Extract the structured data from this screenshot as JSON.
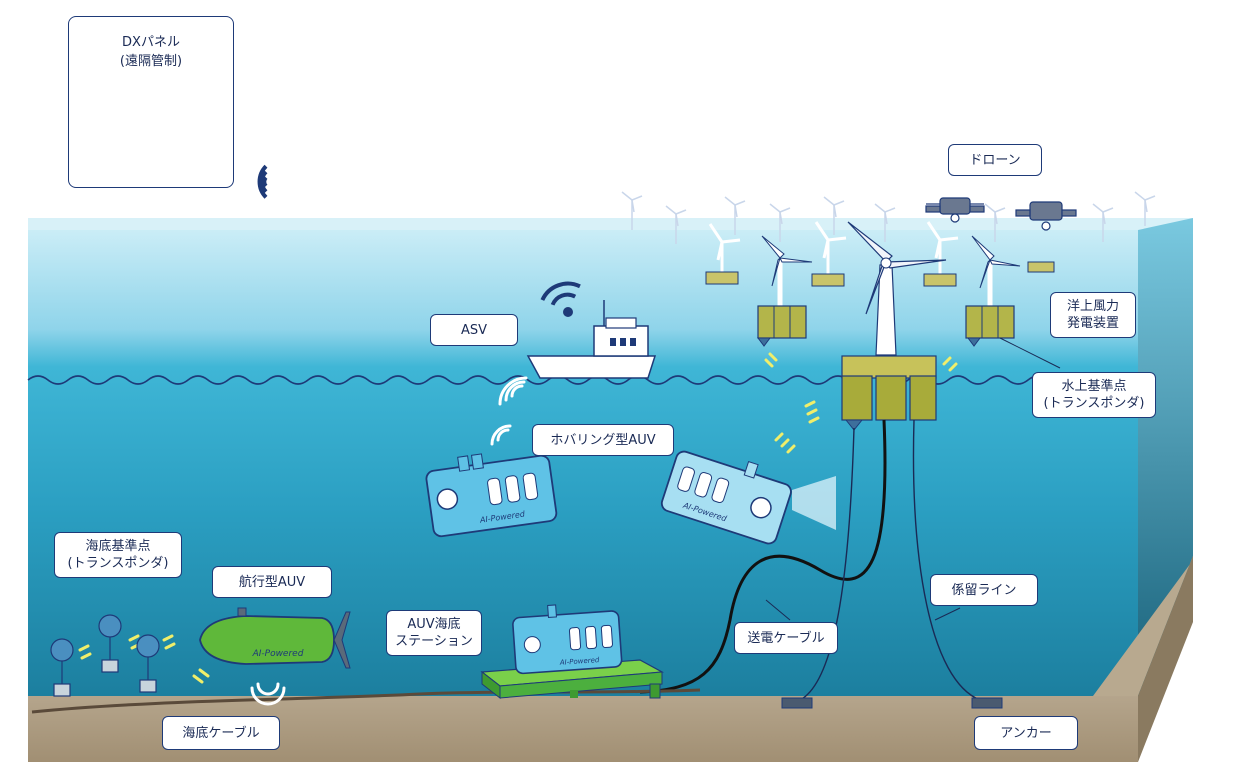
{
  "dx_panel": {
    "title": "DXパネル",
    "subtitle": "(遠隔管制)"
  },
  "labels": {
    "drone": "ドローン",
    "asv": "ASV",
    "offshore_wind_line1": "洋上風力",
    "offshore_wind_line2": "発電装置",
    "surface_transponder_line1": "水上基準点",
    "surface_transponder_line2": "(トランスポンダ)",
    "hovering_auv": "ホバリング型AUV",
    "seabed_transponder_line1": "海底基準点",
    "seabed_transponder_line2": "(トランスポンダ)",
    "cruising_auv": "航行型AUV",
    "auv_station_line1": "AUV海底",
    "auv_station_line2": "ステーション",
    "power_cable": "送電ケーブル",
    "mooring_line": "係留ライン",
    "seabed_cable": "海底ケーブル",
    "anchor": "アンカー"
  },
  "vehicle_text": {
    "hover_auv_left": "AI-Powered",
    "hover_auv_right": "AI-Powered",
    "cruising_auv": "AI-Powered",
    "station_auv": "AI-Powered"
  },
  "colors": {
    "water_top": "#bfe7f4",
    "water_mid": "#2aa9cc",
    "water_deep": "#166f8c",
    "seabed": "#a8987f",
    "float": "#b3b54a",
    "station": "#4caf3e",
    "cruise_auv": "#5fb83a",
    "outline": "#1e3a78",
    "signal": "#f0ee6a"
  }
}
